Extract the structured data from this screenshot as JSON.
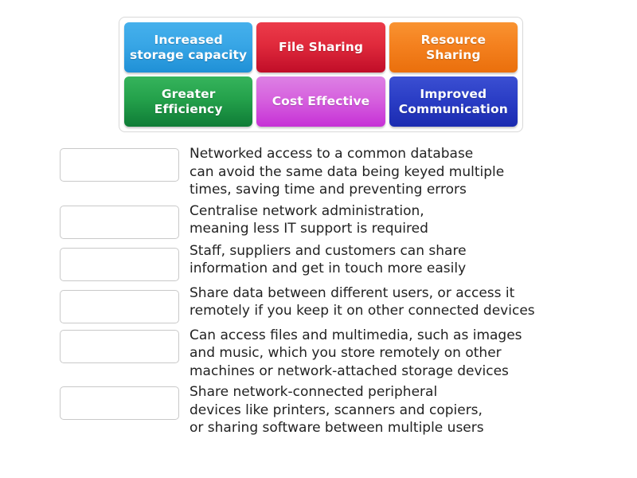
{
  "activity": {
    "type": "match-up-drag-and-drop"
  },
  "tile_bank": {
    "tiles": [
      {
        "label": "Increased\nstorage capacity",
        "color": "#38a6e6",
        "color_name": "blue"
      },
      {
        "label": "File Sharing",
        "color": "#e02a3c",
        "color_name": "red"
      },
      {
        "label": "Resource\nSharing",
        "color": "#f4811f",
        "color_name": "orange"
      },
      {
        "label": "Greater\nEfficiency",
        "color": "#24a14b",
        "color_name": "green"
      },
      {
        "label": "Cost Effective",
        "color": "#d662de",
        "color_name": "magenta"
      },
      {
        "label": "Improved\nCommunication",
        "color": "#2b3ec6",
        "color_name": "navy"
      }
    ]
  },
  "rows": [
    {
      "dropzone_value": "",
      "prompt": "Networked access to a common database\ncan avoid the same data being keyed multiple\ntimes, saving time and preventing errors"
    },
    {
      "dropzone_value": "",
      "prompt": "Centralise network administration,\nmeaning less IT support is required"
    },
    {
      "dropzone_value": "",
      "prompt": "Staff, suppliers and customers can share\ninformation and get in touch more easily"
    },
    {
      "dropzone_value": "",
      "prompt": "Share data between different users, or access it\nremotely if you keep it on other connected devices"
    },
    {
      "dropzone_value": "",
      "prompt": "Can access files and multimedia, such as images\nand music, which you store remotely on other\nmachines or network-attached storage devices"
    },
    {
      "dropzone_value": "",
      "prompt": "Share network-connected peripheral\ndevices like printers, scanners and copiers,\nor sharing software between multiple users"
    }
  ]
}
